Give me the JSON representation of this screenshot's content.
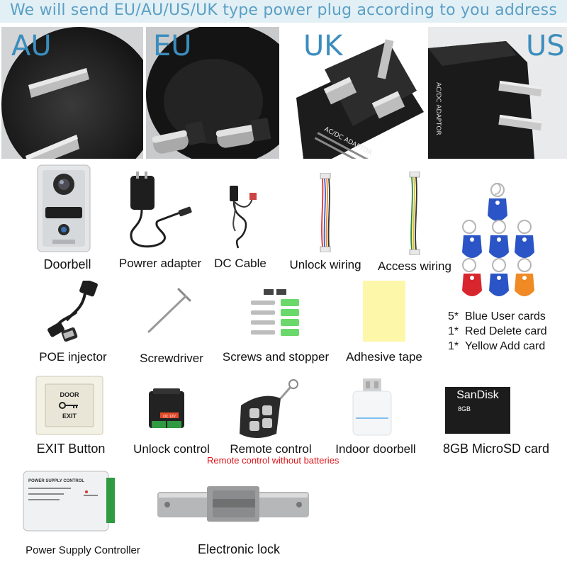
{
  "banner": {
    "text": "We will send EU/AU/US/UK type power plug according to you address"
  },
  "plugs": [
    {
      "label": "AU"
    },
    {
      "label": "EU"
    },
    {
      "label": "UK"
    },
    {
      "label": "US"
    }
  ],
  "adaptor_text": "AC/DC ADAPTOR",
  "items": {
    "doorbell": "Doorbell",
    "power_adapter": "Powrer adapter",
    "dc_cable": "DC Cable",
    "unlock_wiring": "Unlock wiring",
    "access_wiring": "Access wiring",
    "poe_injector": "POE injector",
    "screwdriver": "Screwdriver",
    "screws": "Screws and stopper",
    "adhesive_tape": "Adhesive tape",
    "exit_button": "EXIT Button",
    "unlock_control": "Unlock control",
    "remote_control": "Remote control",
    "remote_note": "Remote control without batteries",
    "indoor_doorbell": "Indoor doorbell",
    "sd_card": "8GB MicroSD card",
    "power_supply": "Power Supply Controller",
    "electronic_lock": "Electronic lock"
  },
  "cards": [
    {
      "count": "5*",
      "label": "Blue User cards"
    },
    {
      "count": "1*",
      "label": "Red Delete card"
    },
    {
      "count": "1*",
      "label": "Yellow Add card"
    }
  ],
  "exit_plate": {
    "top": "DOOR",
    "bottom": "EXIT"
  },
  "sd_brand": "SanDisk",
  "sd_size": "8GB",
  "psu_title": "POWER SUPPLY CONTROL",
  "dc_label": "DC 12V",
  "colors": {
    "banner_bg": "#e2f0f6",
    "banner_text": "#5b9fc4",
    "plug_label": "#3a8dbd",
    "note_red": "#e0161b"
  }
}
